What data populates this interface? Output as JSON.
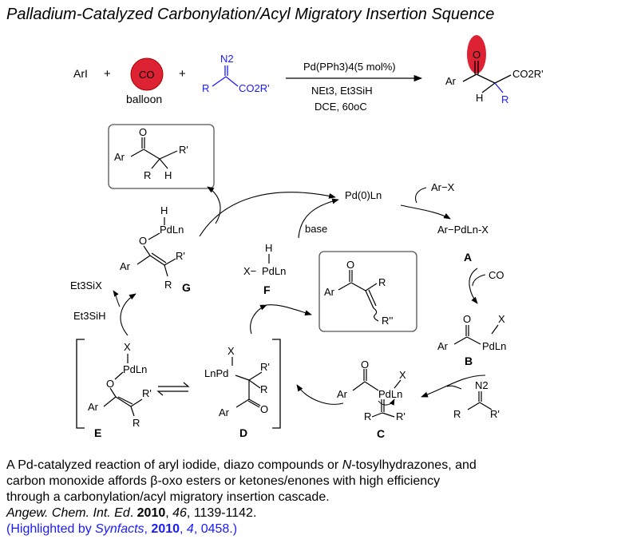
{
  "title": "Palladium-Catalyzed Carbonylation/Acyl Migratory Insertion Squence",
  "colors": {
    "title": "#000000",
    "blue_reagent": "#1a1aff",
    "co_highlight": "#dd2233",
    "box_border": "#555555",
    "citation_link": "#1a1aff"
  },
  "top_reaction": {
    "aryl_iodide": "ArI",
    "co_label": "CO",
    "balloon": "balloon",
    "n2": "N2",
    "r": "R",
    "ester": "CO2R'",
    "plus": "+",
    "conditions": [
      "Pd(PPh3)4(5 mol%)",
      "NEt3, Et3SiH",
      "DCE, 60oC"
    ],
    "product": {
      "ar": "Ar",
      "o": "O",
      "ester": "CO2R'",
      "h": "H",
      "r": "R"
    }
  },
  "cycle": {
    "pd0": "Pd(0)Ln",
    "arx": "Ar−X",
    "a": {
      "text": "Ar−PdLn-X",
      "label": "A"
    },
    "co": "CO",
    "b": {
      "label": "B",
      "ar": "Ar",
      "o": "O",
      "x": "X",
      "pd": "PdLn"
    },
    "diazo": {
      "n2": "N2",
      "r": "R",
      "r2": "R'"
    },
    "c": {
      "label": "C",
      "ar": "Ar",
      "o": "O",
      "x": "X",
      "pd": "PdLn",
      "r": "R",
      "r2": "R'"
    },
    "d": {
      "label": "D",
      "x": "X",
      "pd": "LnPd",
      "r": "R",
      "r2": "R'",
      "ar": "Ar",
      "o": "O"
    },
    "e": {
      "label": "E",
      "x": "X",
      "pd": "PdLn",
      "o": "O",
      "ar": "Ar",
      "r": "R",
      "r2": "R'"
    },
    "f": {
      "label": "F",
      "h": "H",
      "x": "X−",
      "pd": "PdLn"
    },
    "g": {
      "label": "G",
      "h": "H",
      "o": "O",
      "pd": "PdLn",
      "ar": "Ar",
      "r": "R",
      "r2": "R'"
    },
    "base": "base",
    "et3six": "Et3SiX",
    "et3sih": "Et3SiH",
    "ketone_box": {
      "ar": "Ar",
      "o": "O",
      "r": "R",
      "r2": "R'",
      "h": "H"
    },
    "enone_box": {
      "ar": "Ar",
      "o": "O",
      "r": "R",
      "r2": "R''"
    }
  },
  "caption": {
    "line1_a": "A Pd-catalyzed reaction of aryl iodide, diazo compounds or   ",
    "line1_n": "N",
    "line1_b": "-tosylhydrazones, and",
    "line2_a": "carbon monoxide affords ",
    "line2_beta": "β",
    "line2_b": "-oxo esters or ketones/enones with high efficiency",
    "line3": "through a carbonylation/acyl migratory insertion cascade.",
    "ref_journal": "Angew. Chem. Int. Ed",
    "ref_dot": ". ",
    "ref_year": "2010",
    "ref_sep1": ", ",
    "ref_volume": "46",
    "ref_pages": ", 1139-1142.",
    "hl_open": "(Highlighted by ",
    "hl_journal": "Synfacts",
    "hl_sep1": ", ",
    "hl_year": "2010",
    "hl_sep2": ", ",
    "hl_issue": "4",
    "hl_page": ", 0458.)"
  }
}
